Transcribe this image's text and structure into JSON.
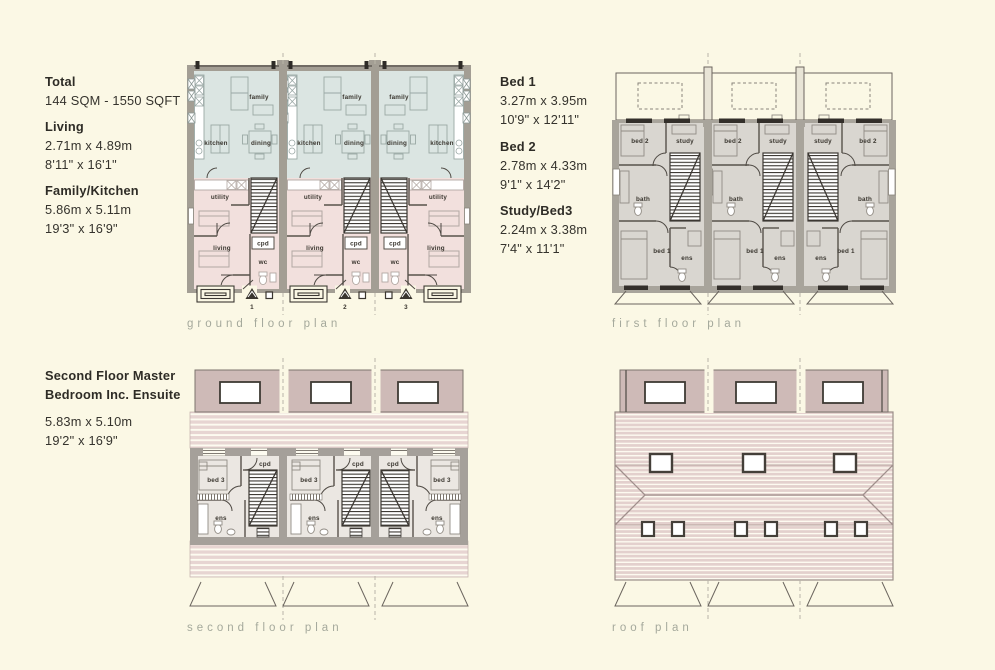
{
  "palette": {
    "background": "#fbf8e5",
    "wall_gray": "#a39e94",
    "kitchen_family_fill": "#dbe5e2",
    "living_fill": "#f2e0dd",
    "first_floor_fill": "#d9d6d0",
    "roof_mauve": "#cebab7",
    "roof_stripe_pink": "#e6d4d1",
    "caption_gray": "#a5a99c",
    "text_dark": "#35332d"
  },
  "specs": {
    "left": [
      {
        "label": "Total",
        "lines": [
          "144 SQM - 1550 SQFT",
          "",
          ""
        ]
      },
      {
        "label": "Living",
        "lines": [
          "2.71m x 4.89m",
          "8'11\" x 16'1\"",
          ""
        ]
      },
      {
        "label": "Family/Kitchen",
        "lines": [
          "5.86m x 5.11m",
          "19'3\" x 16'9\"",
          ""
        ]
      }
    ],
    "middle": [
      {
        "label": "Bed 1",
        "lines": [
          "3.27m x 3.95m",
          "10'9\" x 12'11\"",
          ""
        ]
      },
      {
        "label": "Bed 2",
        "lines": [
          "2.78m x 4.33m",
          "9'1\" x 14'2\"",
          ""
        ]
      },
      {
        "label": "Study/Bed3",
        "lines": [
          "2.24m x 3.38m",
          "7'4\" x 11'1\"",
          ""
        ]
      }
    ],
    "master": {
      "title_line1": "Second Floor Master",
      "title_line2": "Bedroom Inc. Ensuite",
      "metric": "5.83m x 5.10m",
      "imperial": "19'2\" x 16'9\""
    }
  },
  "plans": {
    "ground": {
      "caption": "ground floor plan",
      "labels": {
        "family": "family",
        "kitchen": "kitchen",
        "dining": "dining",
        "utility": "utility",
        "living": "living",
        "cpd": "cpd",
        "wc": "wc"
      },
      "plot_numbers": [
        "1",
        "2",
        "3"
      ]
    },
    "first": {
      "caption": "first floor plan",
      "labels": {
        "bed2": "bed 2",
        "study": "study",
        "bath": "bath",
        "bed1": "bed 1",
        "ens": "ens"
      }
    },
    "second": {
      "caption": "second floor plan",
      "labels": {
        "bed3": "bed 3",
        "cpd": "cpd",
        "ens": "ens"
      }
    },
    "roof": {
      "caption": "roof plan"
    }
  }
}
